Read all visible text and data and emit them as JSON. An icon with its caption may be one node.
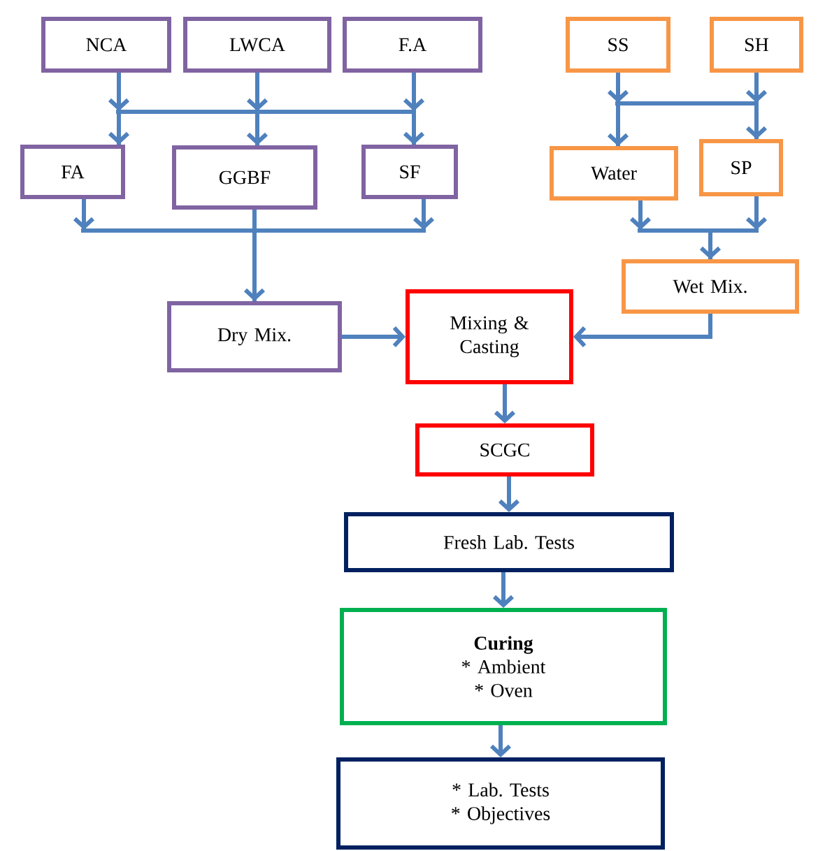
{
  "diagram": {
    "nodes": [
      {
        "text": [
          "NCA"
        ]
      },
      {
        "text": [
          "LWCA"
        ]
      },
      {
        "text": [
          "F.A"
        ]
      },
      {
        "text": [
          "SS"
        ]
      },
      {
        "text": [
          "SH"
        ]
      },
      {
        "text": [
          "FA"
        ]
      },
      {
        "text": [
          "GGBF"
        ]
      },
      {
        "text": [
          "SF"
        ]
      },
      {
        "text": [
          "Water"
        ]
      },
      {
        "text": [
          "SP"
        ]
      },
      {
        "text": [
          "Dry Mix."
        ]
      },
      {
        "text": [
          "Mixing & Casting"
        ]
      },
      {
        "text": [
          "Wet Mix."
        ]
      },
      {
        "text": [
          "SCGC"
        ]
      },
      {
        "text": [
          "Fresh Lab. Tests"
        ]
      },
      {
        "text": [
          "Curing",
          "* Ambient",
          "* Oven"
        ]
      },
      {
        "text": [
          "* Lab. Tests",
          "* Objectives"
        ]
      }
    ],
    "edges": [
      {
        "from": 0,
        "to": 5,
        "arrow": "to"
      },
      {
        "from": 0,
        "to": 6,
        "arrow": "to"
      },
      {
        "from": 0,
        "to": 7,
        "arrow": "to"
      },
      {
        "from": 1,
        "to": 5,
        "arrow": "to"
      },
      {
        "from": 1,
        "to": 6,
        "arrow": "to"
      },
      {
        "from": 1,
        "to": 7,
        "arrow": "to"
      },
      {
        "from": 2,
        "to": 5,
        "arrow": "to"
      },
      {
        "from": 2,
        "to": 6,
        "arrow": "to"
      },
      {
        "from": 2,
        "to": 7,
        "arrow": "to"
      },
      {
        "from": 3,
        "to": 8,
        "arrow": "to"
      },
      {
        "from": 3,
        "to": 9,
        "arrow": "to"
      },
      {
        "from": 4,
        "to": 8,
        "arrow": "to"
      },
      {
        "from": 4,
        "to": 9,
        "arrow": "to"
      },
      {
        "from": 5,
        "to": 10,
        "arrow": "to"
      },
      {
        "from": 6,
        "to": 10,
        "arrow": "to"
      },
      {
        "from": 7,
        "to": 10,
        "arrow": "to"
      },
      {
        "from": 8,
        "to": 12,
        "arrow": "to"
      },
      {
        "from": 9,
        "to": 12,
        "arrow": "to"
      },
      {
        "from": 10,
        "to": 11,
        "arrow": "to"
      },
      {
        "from": 12,
        "to": 11,
        "arrow": "to"
      },
      {
        "from": 11,
        "to": 13,
        "arrow": "to"
      },
      {
        "from": 13,
        "to": 14,
        "arrow": "to"
      },
      {
        "from": 14,
        "to": 15,
        "arrow": "to"
      },
      {
        "from": 15,
        "to": 16,
        "arrow": "to"
      }
    ]
  }
}
